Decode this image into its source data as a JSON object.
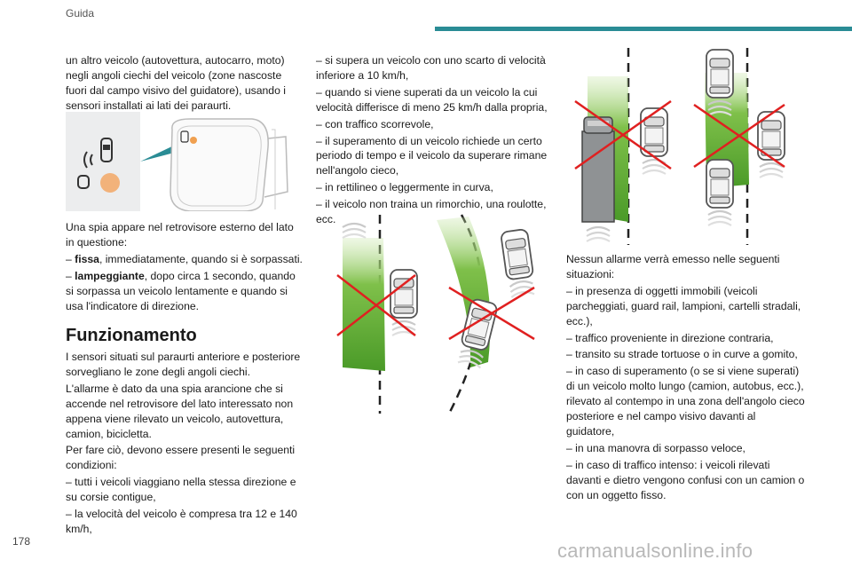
{
  "header": {
    "title": "Guida"
  },
  "page_number": "178",
  "watermark": "carmanualsonline.info",
  "col1_top": "un altro veicolo (autovettura, autocarro, moto) negli angoli ciechi del veicolo (zone nascoste fuori dal campo visivo del guidatore), usando i sensori installati ai lati dei paraurti.",
  "col1_mid": {
    "intro": "Una spia appare nel retrovisore esterno del lato in questione:",
    "item1_dash": "– ",
    "item1_bold": "fissa",
    "item1_rest": ", immediatamente, quando si è sorpassati.",
    "item2_dash": "– ",
    "item2_bold": "lampeggiante",
    "item2_rest": ", dopo circa 1 secondo, quando si sorpassa un veicolo lentamente e quando si usa l'indicatore di direzione."
  },
  "section_title": "Funzionamento",
  "col1_bot": [
    "I sensori situati sul paraurti anteriore e posteriore sorvegliano le zone degli angoli ciechi.",
    "L'allarme è dato da una spia arancione che si accende nel retrovisore del lato interessato non appena viene rilevato un veicolo, autovettura, camion, bicicletta.",
    "Per fare ciò, devono essere presenti le seguenti condizioni:",
    "– tutti i veicoli viaggiano nella stessa direzione e su corsie contigue,",
    "– la velocità del veicolo è compresa tra 12 e 140 km/h,"
  ],
  "col2": [
    "– si supera un veicolo con uno scarto di velocità inferiore a 10 km/h,",
    "– quando si viene superati da un veicolo la cui velocità differisce di meno 25 km/h dalla propria,",
    "– con traffico scorrevole,",
    "– il superamento di un veicolo richiede un certo periodo di tempo e il veicolo da superare rimane nell'angolo cieco,",
    "– in rettilineo o leggermente in curva,",
    "– il veicolo non traina un rimorchio, una roulotte, ecc."
  ],
  "col3": [
    "Nessun allarme verrà emesso nelle seguenti situazioni:",
    "– in presenza di oggetti immobili (veicoli parcheggiati, guard rail, lampioni, cartelli stradali, ecc.),",
    "– traffico proveniente in direzione contraria,",
    "– transito su strade tortuose o in curve a gomito,",
    "– in caso di superamento (o se si viene superati) di un veicolo molto lungo (camion, autobus, ecc.), rilevato al contempo in una zona dell'angolo cieco posteriore e nel campo visivo davanti al guidatore,",
    "– in una manovra di sorpasso veloce,",
    "– in caso di traffico intenso: i veicoli rilevati davanti e dietro vengono confusi con un camion o con un oggetto fisso."
  ],
  "colors": {
    "accent": "#2a8c95",
    "warning_light": "#f2b27a",
    "zone_green": "#5aa830",
    "cross_red": "#e02020"
  }
}
